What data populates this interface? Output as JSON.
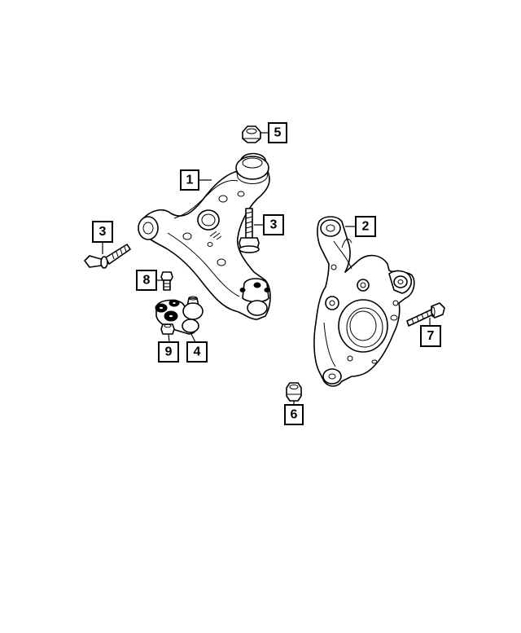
{
  "diagram": {
    "callouts": [
      {
        "id": "c1",
        "label": "1",
        "part": "lower-control-arm"
      },
      {
        "id": "c2",
        "label": "2",
        "part": "steering-knuckle"
      },
      {
        "id": "c3a",
        "label": "3",
        "part": "arm-bolt-front"
      },
      {
        "id": "c3b",
        "label": "3",
        "part": "arm-bolt-rear"
      },
      {
        "id": "c4",
        "label": "4",
        "part": "ball-joint"
      },
      {
        "id": "c5",
        "label": "5",
        "part": "flange-nut"
      },
      {
        "id": "c6",
        "label": "6",
        "part": "knuckle-nut"
      },
      {
        "id": "c7",
        "label": "7",
        "part": "knuckle-bolt"
      },
      {
        "id": "c8",
        "label": "8",
        "part": "ball-joint-bolt"
      },
      {
        "id": "c9",
        "label": "9",
        "part": "ball-joint-nut"
      }
    ]
  }
}
